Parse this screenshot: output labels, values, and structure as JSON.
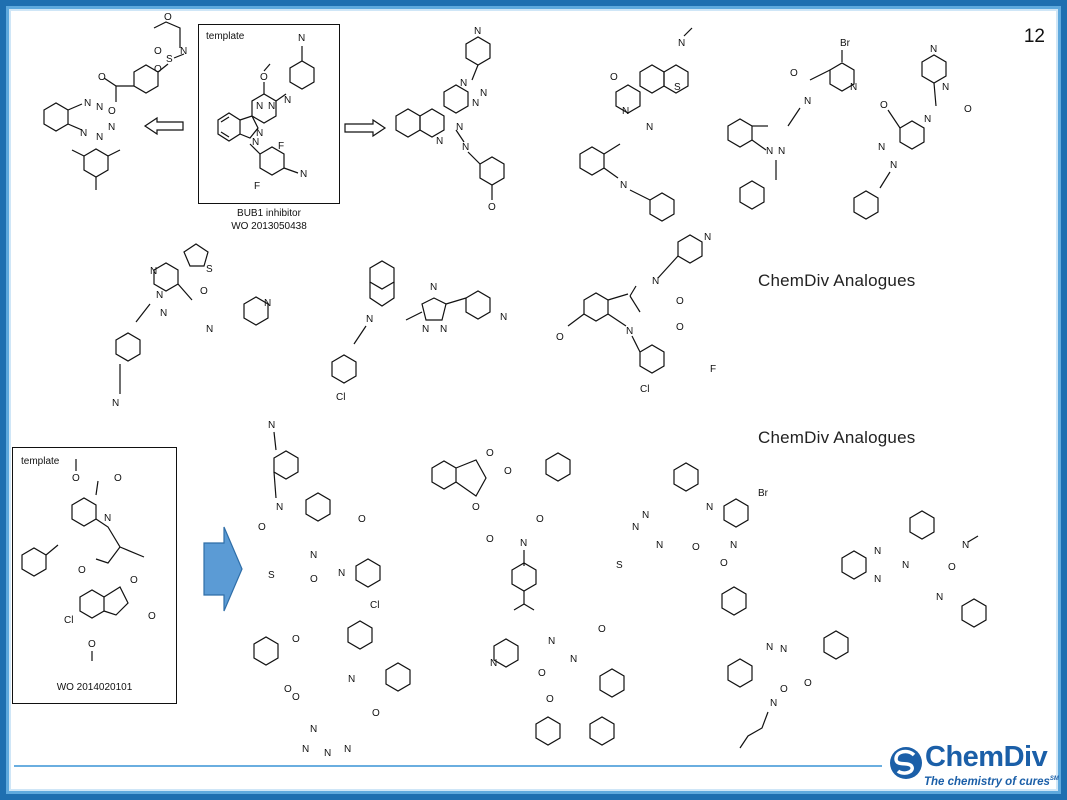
{
  "slide": {
    "page_number": "12",
    "top_template": {
      "label": "template",
      "caption_line1": "BUB1 inhibitor",
      "caption_line2": "WO 2013050438"
    },
    "bottom_template": {
      "label": "template",
      "caption": "WO 2014020101"
    },
    "analogues_heading_1": "ChemDiv Analogues",
    "analogues_heading_2": "ChemDiv Analogues",
    "logo": {
      "name": "ChemDiv",
      "tagline": "The chemistry of cures",
      "trademark": "SM"
    },
    "atom_labels": {
      "o": "O",
      "n": "N",
      "s": "S",
      "f": "F",
      "cl": "Cl",
      "br": "Br"
    }
  },
  "colors": {
    "frame": "#1f6fb0",
    "frame_inner": "#5fa9dd",
    "arrow_fill": "#5b9bd5",
    "logo_blue": "#1b5fa8",
    "footer_line": "#6aaee0"
  }
}
